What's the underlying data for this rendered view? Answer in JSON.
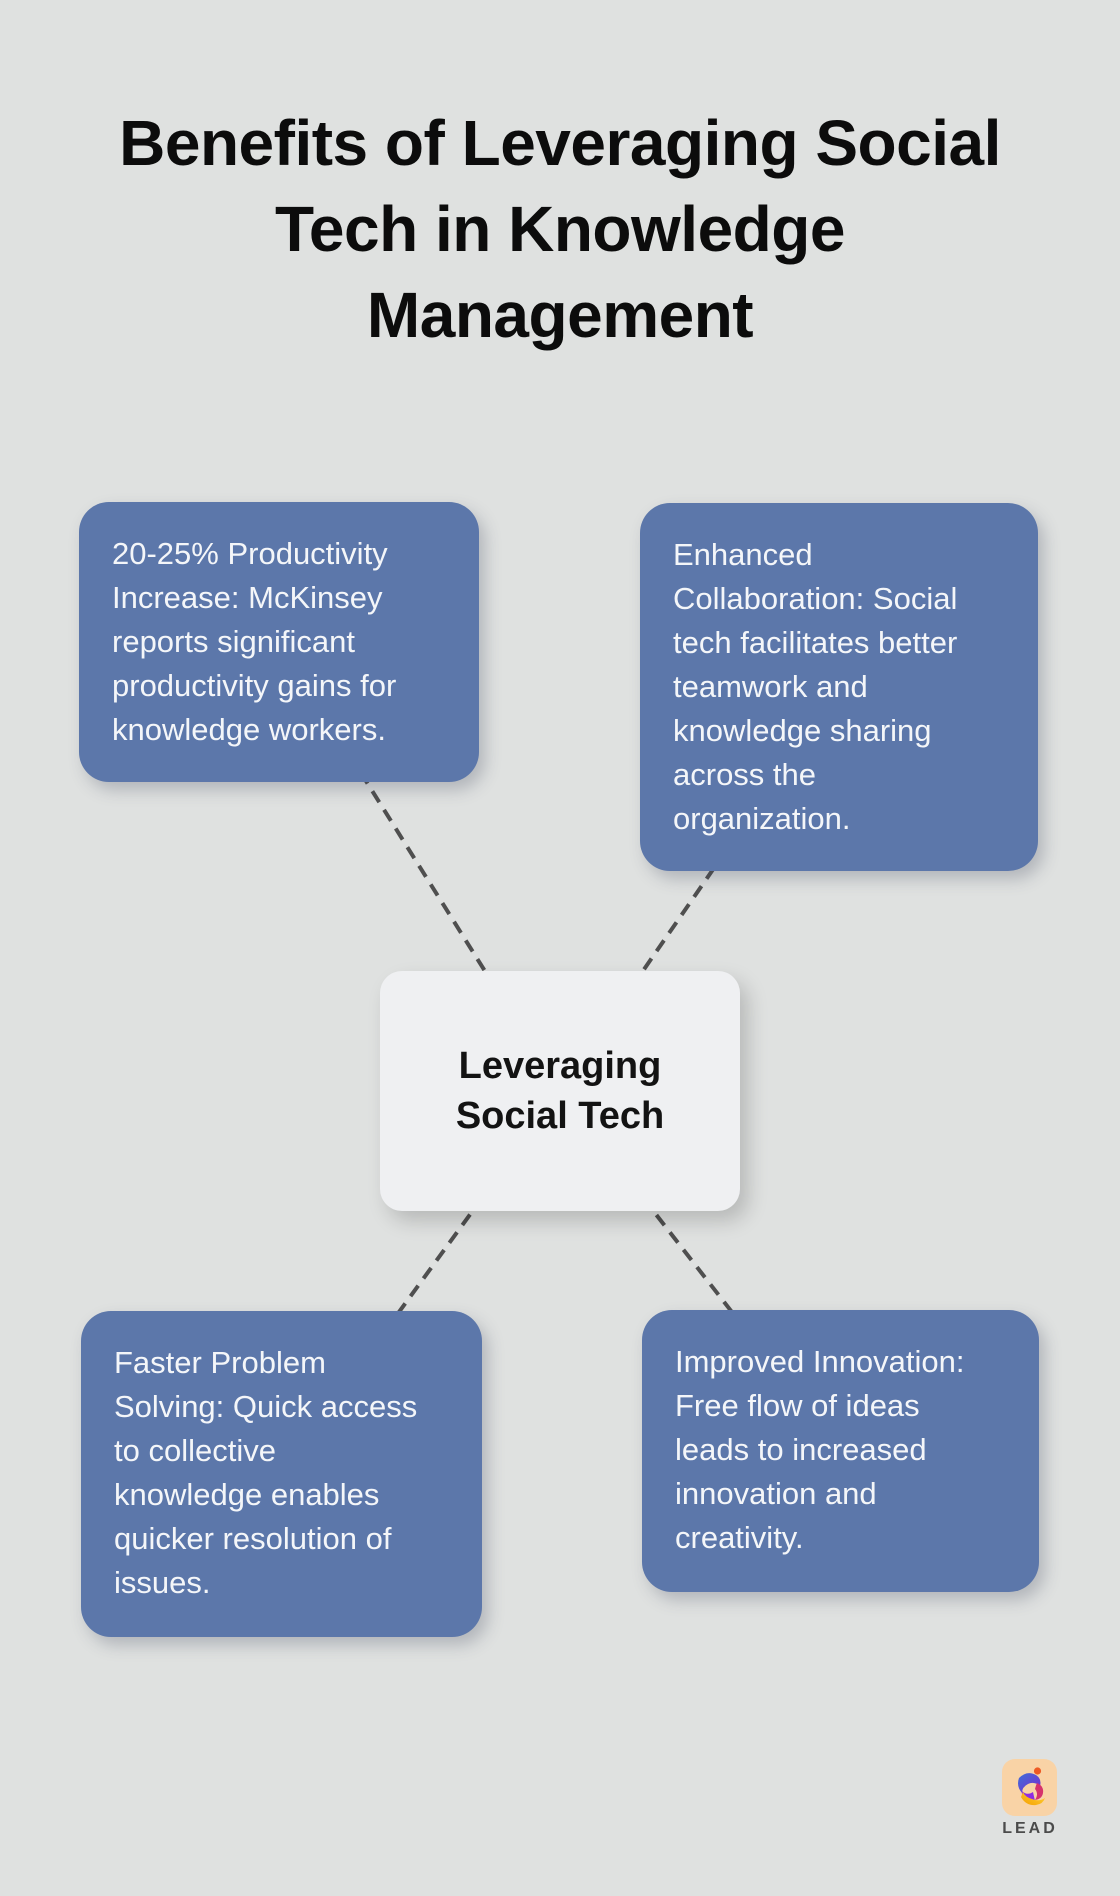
{
  "page": {
    "background_color": "#dfe1e0"
  },
  "title": {
    "text": "Benefits of Leveraging Social\nTech in Knowledge\nManagement",
    "color": "#0c0c0c"
  },
  "diagram": {
    "center_node": {
      "label": "Leveraging\nSocial Tech",
      "fill": "#eff0f2",
      "text_color": "#131313"
    },
    "connector_color": "#4f4f4f",
    "node_fill": "#5c77aa",
    "node_text_color": "#f4f6f9",
    "nodes": [
      {
        "id": "top-left",
        "text": "20-25% Productivity\nIncrease: McKinsey\nreports significant\nproductivity gains for\nknowledge workers."
      },
      {
        "id": "top-right",
        "text": "Enhanced\nCollaboration: Social\ntech facilitates better\nteamwork and\nknowledge sharing\nacross the\norganization."
      },
      {
        "id": "bottom-left",
        "text": "Faster Problem\nSolving: Quick access\nto collective\nknowledge enables\nquicker resolution of\nissues."
      },
      {
        "id": "bottom-right",
        "text": "Improved Innovation:\nFree flow of ideas\nleads to increased\ninnovation and\ncreativity."
      }
    ]
  },
  "footer": {
    "logo_text": "LEAD"
  }
}
